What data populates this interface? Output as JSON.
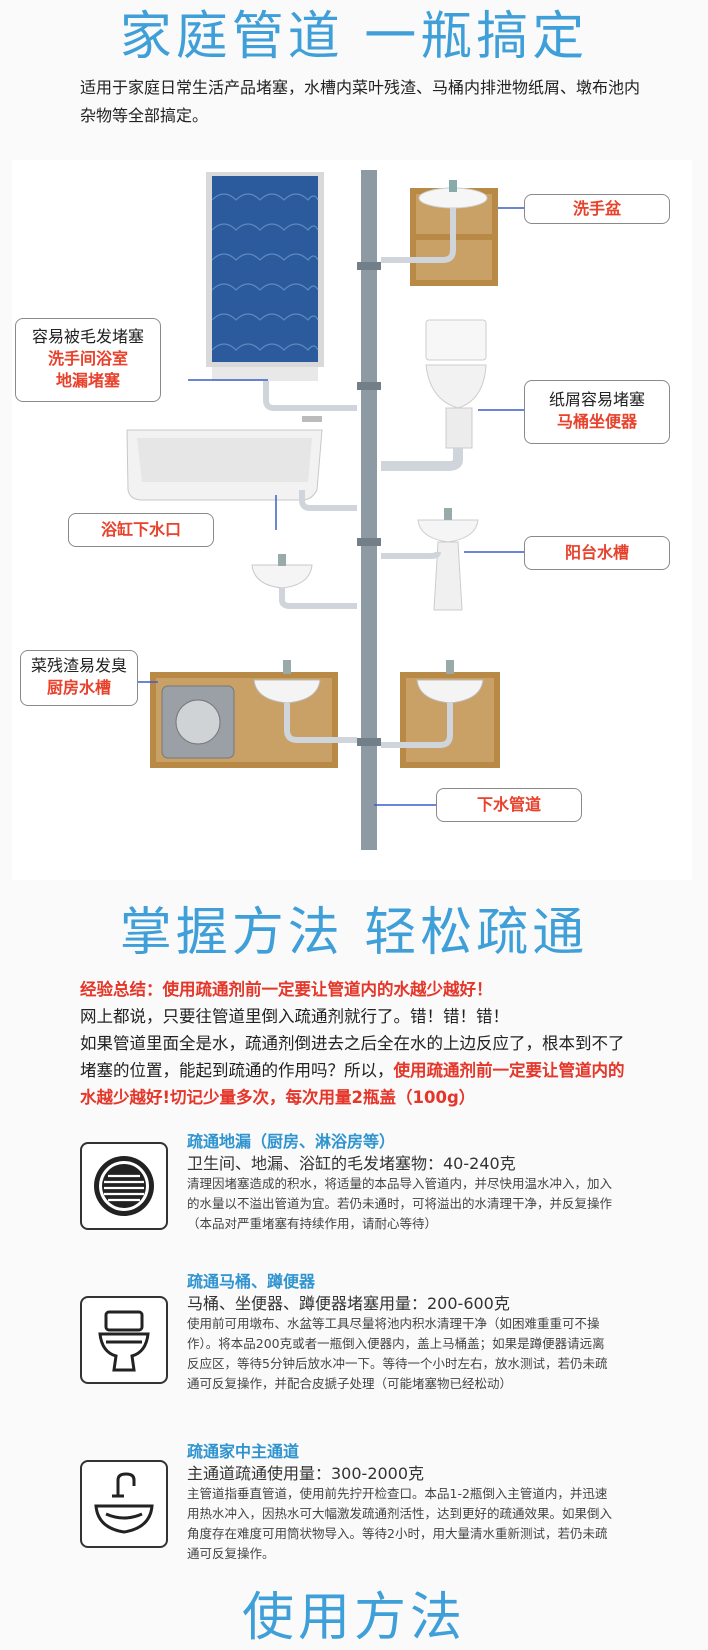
{
  "section1": {
    "title": "家庭管道  一瓶搞定",
    "intro": "适用于家庭日常生活产品堵塞，水槽内菜叶残渣、马桶内排泄物纸屑、墩布池内杂物等全部搞定。"
  },
  "diagram": {
    "labels": {
      "washbasin": "洗手盆",
      "bathroom_top": "容易被毛发堵塞",
      "bathroom_red1": "洗手间浴室",
      "bathroom_red2": "地漏堵塞",
      "toilet_top": "纸屑容易堵塞",
      "toilet_red": "马桶坐便器",
      "bathtub": "浴缸下水口",
      "balcony": "阳台水槽",
      "kitchen_top": "菜残渣易发臭",
      "kitchen_red": "厨房水槽",
      "drain": "下水管道"
    },
    "colors": {
      "accent_red": "#e8412c",
      "pipe": "#8e9aa3",
      "connector": "#3a5fc8"
    }
  },
  "section2": {
    "title": "掌握方法  轻松疏通",
    "tip_red1": "经验总结：使用疏通剂前一定要让管道内的水越少越好！",
    "tip_line2": "网上都说，只要往管道里倒入疏通剂就行了。错！错！错！",
    "tip_line3a": "如果管道里面全是水，疏通剂倒进去之后全在水的上边反应了，根本到不了堵塞的位置，能起到疏通的作用吗？所以，",
    "tip_red2": "使用疏通剂前一定要让管道内的水越少越好!切记少量多次，每次用量2瓶盖（100g）",
    "methods": [
      {
        "icon": "floor-drain-icon",
        "title": "疏通地漏（厨房、淋浴房等）",
        "sub": "卫生间、地漏、浴缸的毛发堵塞物：40-240克",
        "body": "清理因堵塞造成的积水，将适量的本品导入管道内，并尽快用温水冲入，加入的水量以不溢出管道为宜。若仍未通时，可将溢出的水清理干净，并反复操作（本品对严重堵塞有持续作用，请耐心等待）"
      },
      {
        "icon": "toilet-icon",
        "title": "疏通马桶、蹲便器",
        "sub": "马桶、坐便器、蹲便器堵塞用量：200-600克",
        "body": "使用前可用墩布、水盆等工具尽量将池内积水清理干净（如困难重重可不操作）。将本品200克或者一瓶倒入便器内，盖上马桶盖；如果是蹲便器请远离反应区，等待5分钟后放水冲一下。等待一个小时左右，放水测试，若仍未疏通可反复操作，并配合皮搋子处理（可能堵塞物已经松动）"
      },
      {
        "icon": "sink-icon",
        "title": "疏通家中主通道",
        "sub": "主通道疏通使用量：300-2000克",
        "body": "主管道指垂直管道，使用前先拧开检查口。本品1-2瓶倒入主管道内，并迅速用热水冲入，因热水可大幅激发疏通剂活性，达到更好的疏通效果。如果倒入角度存在难度可用筒状物导入。等待2小时，用大量清水重新测试，若仍未疏通可反复操作。"
      }
    ]
  },
  "section3": {
    "title": "使用方法"
  }
}
